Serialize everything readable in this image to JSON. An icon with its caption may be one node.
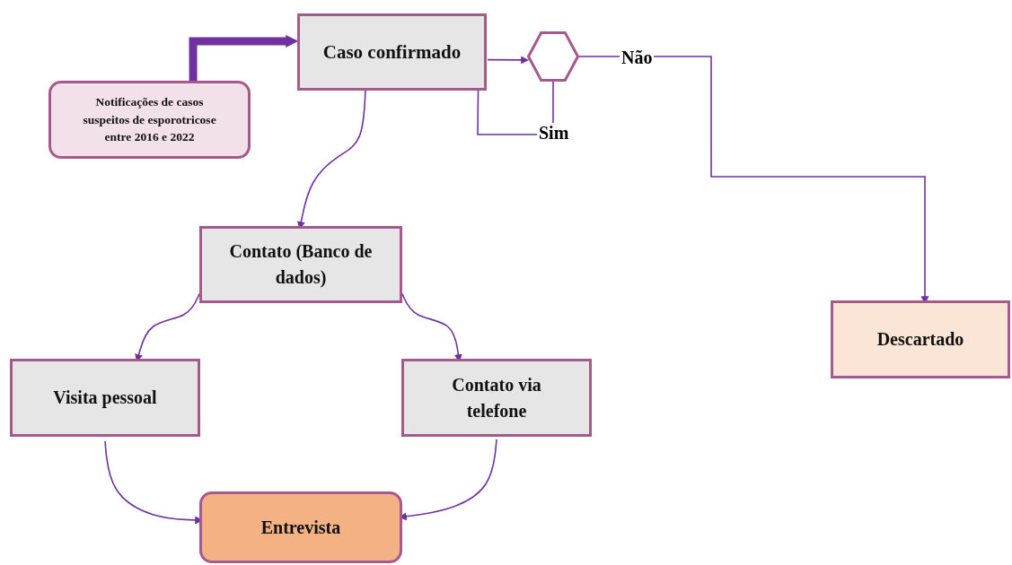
{
  "diagram": {
    "nodes": [
      {
        "text": [
          "Notificações de casos suspeitos de esporotricose entre 2016 e 2022"
        ]
      },
      {
        "text": [
          "Caso confirmado"
        ]
      },
      {
        "text": [],
        "shape": "hexagon"
      },
      {
        "text": [
          "Contato (Banco de dados)"
        ]
      },
      {
        "text": [
          "Visita pessoal"
        ]
      },
      {
        "text": [
          "Contato via telefone"
        ]
      },
      {
        "text": [
          "Entrevista"
        ]
      },
      {
        "text": [
          "Descartado"
        ]
      }
    ],
    "edges": [
      {
        "from": 0,
        "to": 1,
        "arrow": "to",
        "style": "thick"
      },
      {
        "from": 1,
        "to": 2,
        "arrow": "to"
      },
      {
        "from": 2,
        "to": 7,
        "arrow": "to",
        "label": "Não"
      },
      {
        "from": 2,
        "to": 1,
        "arrow": "none",
        "label": "Sim"
      },
      {
        "from": 1,
        "to": 3,
        "arrow": "to"
      },
      {
        "from": 3,
        "to": 4,
        "arrow": "to"
      },
      {
        "from": 3,
        "to": 5,
        "arrow": "to"
      },
      {
        "from": 4,
        "to": 6,
        "arrow": "to"
      },
      {
        "from": 5,
        "to": 6,
        "arrow": "to"
      }
    ]
  }
}
